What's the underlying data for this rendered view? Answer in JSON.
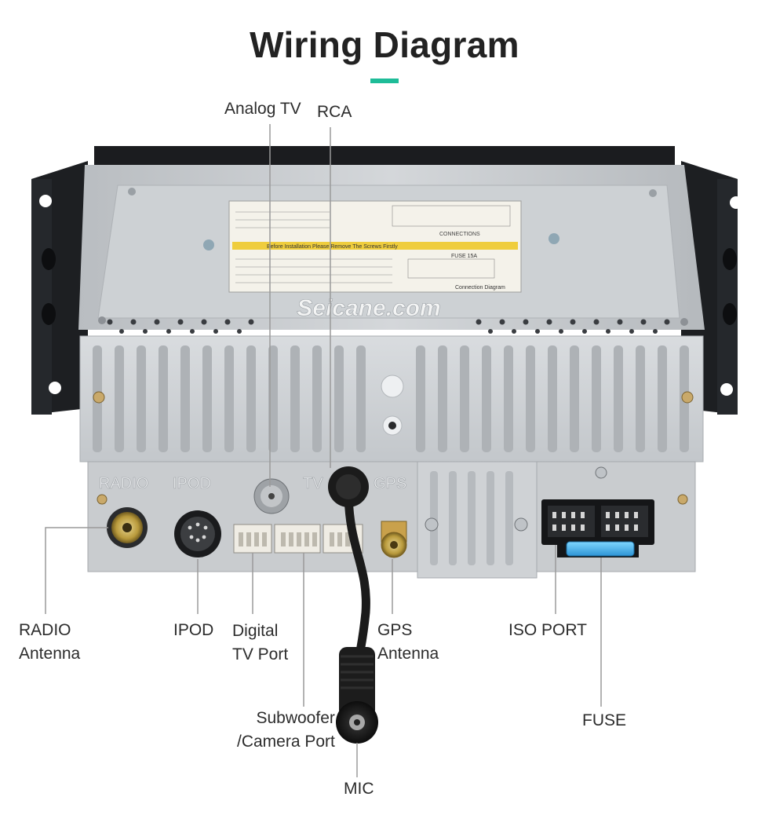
{
  "title": "Wiring Diagram",
  "accent_color": "#1ebc98",
  "watermark": "Seicane.com",
  "panel_silkscreen": {
    "radio": "RADIO",
    "ipod": "IPOD",
    "tv": "TV",
    "gps": "GPS"
  },
  "sticker": {
    "heading": "CONNECTIONS",
    "notice": "Before Installation Please Remove The Screws Firstly",
    "fuse": "FUSE 15A",
    "diagram": "Connection Diagram"
  },
  "labels": {
    "analog_tv": "Analog TV",
    "rca": "RCA",
    "radio_antenna": [
      "RADIO",
      "Antenna"
    ],
    "ipod": "IPOD",
    "digital_tv_port": [
      "Digital",
      "TV Port"
    ],
    "gps_antenna": [
      "GPS",
      "Antenna"
    ],
    "iso_port": "ISO PORT",
    "fuse": "FUSE",
    "subwoofer_camera_port": [
      "Subwoofer",
      "/Camera Port"
    ],
    "mic": "MIC"
  }
}
